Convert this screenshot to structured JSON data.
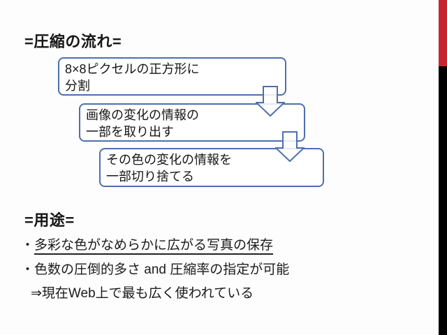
{
  "slide": {
    "title": "=圧縮の流れ=",
    "flow": {
      "boxes": [
        {
          "line1": "8×8ピクセルの正方形に",
          "line2": "分割"
        },
        {
          "line1": "画像の変化の情報の",
          "line2": "一部を取り出す"
        },
        {
          "line1": "その色の変化の情報を",
          "line2": "一部切り捨てる"
        }
      ],
      "arrow_icon": "down-block-arrow"
    },
    "usage": {
      "title": "=用途=",
      "items": [
        {
          "marker": "・",
          "text": "多彩な色がなめらかに広がる写真の保存",
          "underlined": true
        },
        {
          "marker": "・",
          "text": "色数の圧倒的多さ and 圧縮率の指定が可能",
          "underlined": false
        },
        {
          "marker": "⇒",
          "text": "現在Web上で最も広く使われている",
          "underlined": false
        }
      ]
    },
    "colors": {
      "box_border_blue": "#4e6fad",
      "accent_red": "#c9242e",
      "bar_black": "#000000",
      "text_black": "#1b1b1b",
      "background": "#fdfdfd"
    }
  }
}
